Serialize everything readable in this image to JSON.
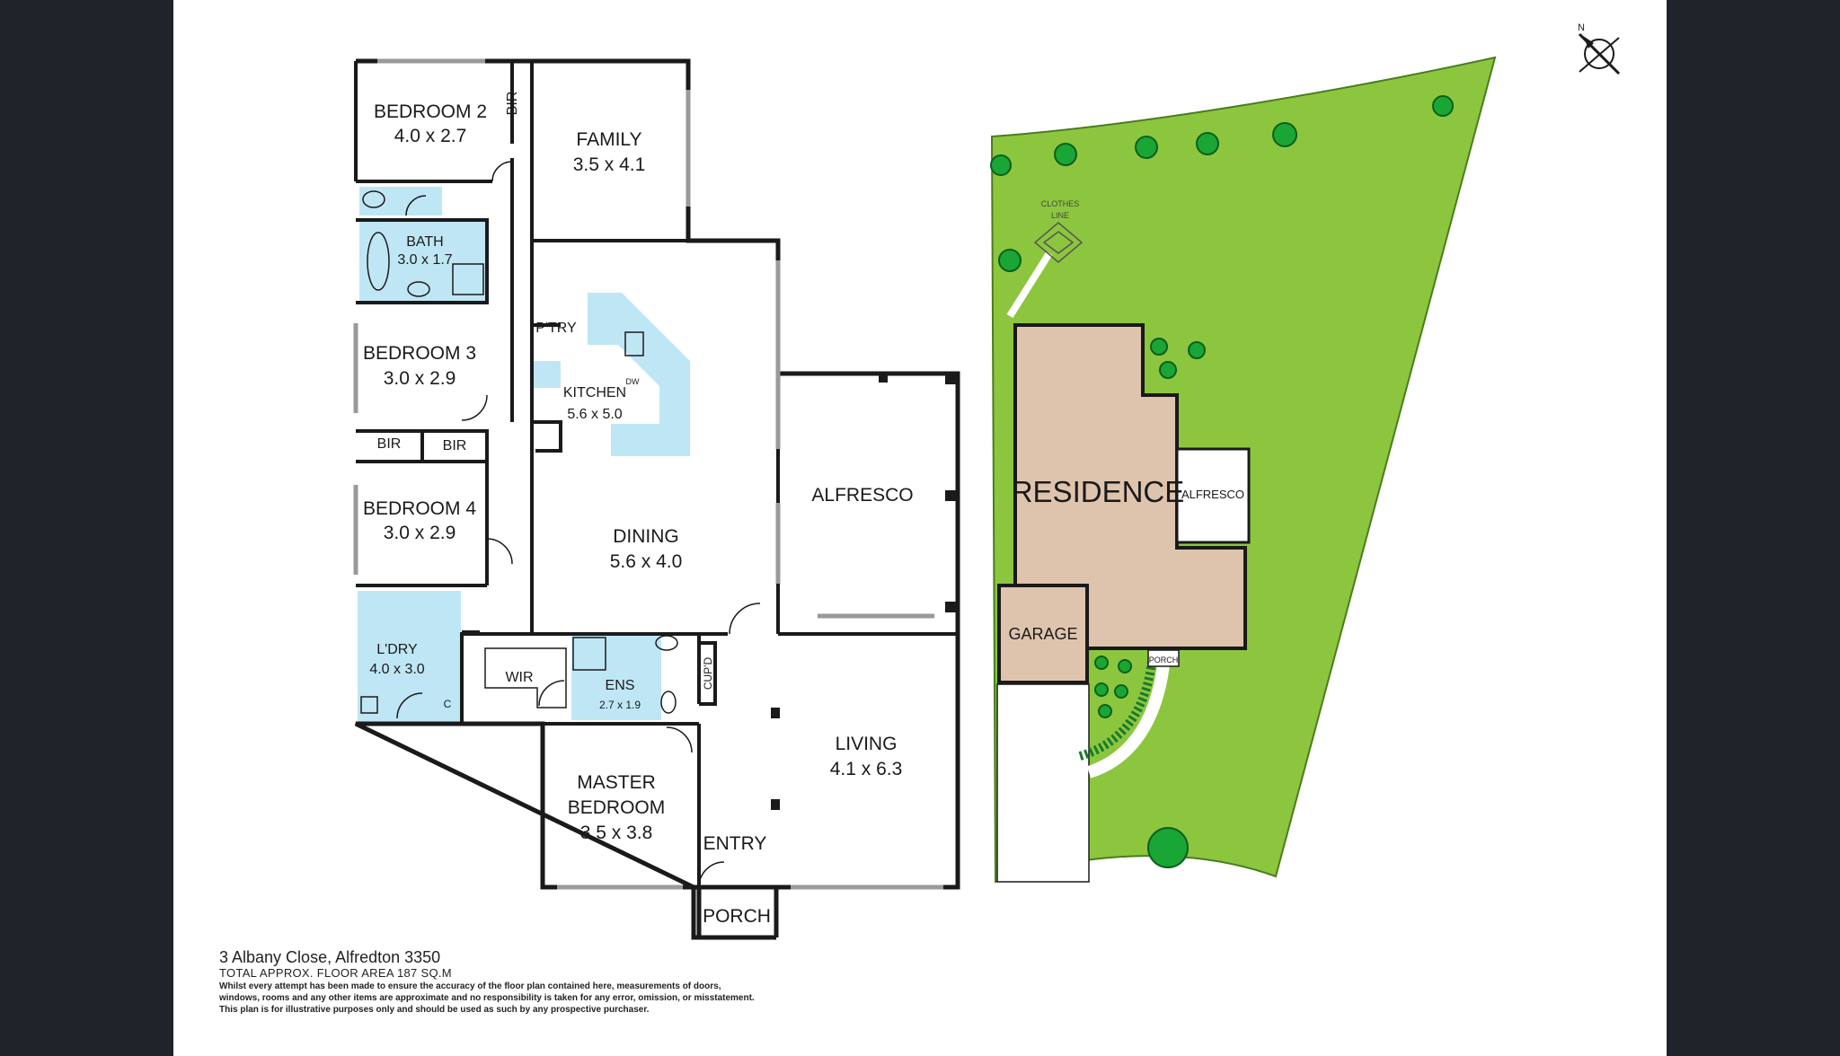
{
  "floorplan": {
    "rooms": {
      "bedroom2": {
        "name": "BEDROOM 2",
        "size": "4.0 x 2.7"
      },
      "family": {
        "name": "FAMILY",
        "size": "3.5 x 4.1"
      },
      "bath": {
        "name": "BATH",
        "size": "3.0 x 1.7"
      },
      "bedroom3": {
        "name": "BEDROOM 3",
        "size": "3.0 x 2.9"
      },
      "ptry": {
        "name": "P'TRY"
      },
      "kitchen": {
        "name": "KITCHEN",
        "size": "5.6 x 5.0",
        "dw": "DW"
      },
      "bir1": {
        "name": "BIR"
      },
      "bir2": {
        "name": "BIR"
      },
      "bir3": {
        "name": "BIR"
      },
      "bedroom4": {
        "name": "BEDROOM 4",
        "size": "3.0 x 2.9"
      },
      "dining": {
        "name": "DINING",
        "size": "5.6 x 4.0"
      },
      "alfresco": {
        "name": "ALFRESCO"
      },
      "laundry": {
        "name": "L'DRY",
        "size": "4.0 x 3.0"
      },
      "c": {
        "name": "C"
      },
      "wir": {
        "name": "WIR"
      },
      "ens": {
        "name": "ENS",
        "size": "2.7 x 1.9"
      },
      "cupd": {
        "name": "CUP'D"
      },
      "living": {
        "name": "LIVING",
        "size": "4.1 x 6.3"
      },
      "master": {
        "line1": "MASTER",
        "line2": "BEDROOM",
        "size": "3.5 x 3.8"
      },
      "entry": {
        "name": "ENTRY"
      },
      "porch": {
        "name": "PORCH"
      }
    }
  },
  "siteplan": {
    "residence": "RESIDENCE",
    "alfresco": "ALFRESCO",
    "garage": "GARAGE",
    "porch": "PORCH",
    "clothes_line_1": "CLOTHES",
    "clothes_line_2": "LINE",
    "north": "N"
  },
  "footer": {
    "address": "3 Albany Close, Alfredton 3350",
    "area": "TOTAL APPROX. FLOOR AREA 187 SQ.M",
    "disclaimer_1": "Whilst every attempt has been made to ensure the accuracy of the floor plan contained here, measurements of doors,",
    "disclaimer_2": "windows, rooms and any other items are approximate and no responsibility is taken for any error, omission, or misstatement.",
    "disclaimer_3": "This plan is for illustrative purposes only and should be used as such by any prospective purchaser."
  },
  "colors": {
    "background": "#1f242b",
    "paper": "#ffffff",
    "wet_area": "#bfe6f4",
    "lawn": "#8cc63f",
    "residence": "#dfc4ad",
    "tree": "#1aa635",
    "wall": "#1a1a1a"
  }
}
